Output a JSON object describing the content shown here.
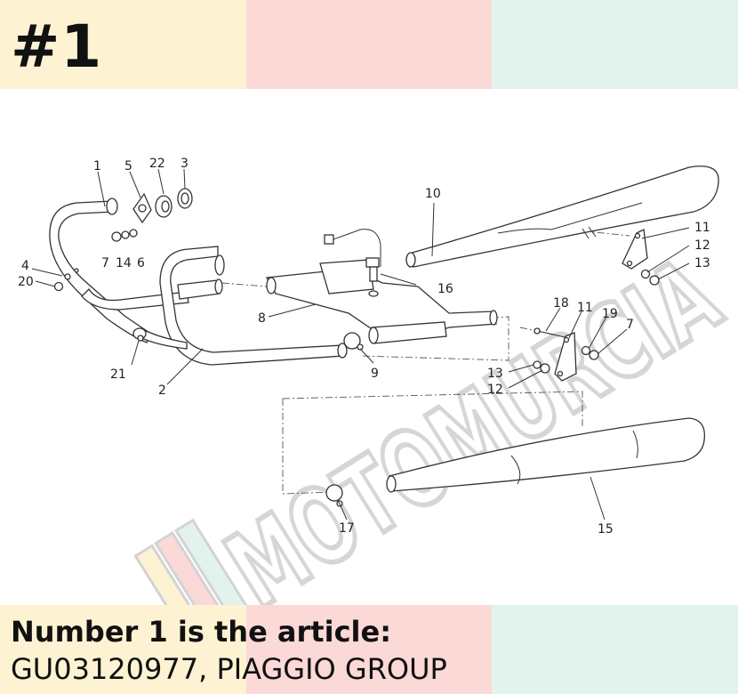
{
  "header": {
    "title": "#1"
  },
  "colors": {
    "band_yellow": "#fdf3d3",
    "band_pink": "#fbd9d7",
    "band_mint": "#e2f3ee"
  },
  "diagram": {
    "watermark_text": "MOTOMURCIA",
    "callouts": [
      "1",
      "5",
      "22",
      "3",
      "4",
      "20",
      "7",
      "14",
      "6",
      "21",
      "2",
      "8",
      "9",
      "10",
      "16",
      "11",
      "12",
      "13",
      "18",
      "11",
      "19",
      "7",
      "13",
      "12",
      "15",
      "17"
    ]
  },
  "footer": {
    "line1": "Number 1 is the article:",
    "line2": "GU03120977, PIAGGIO GROUP"
  }
}
